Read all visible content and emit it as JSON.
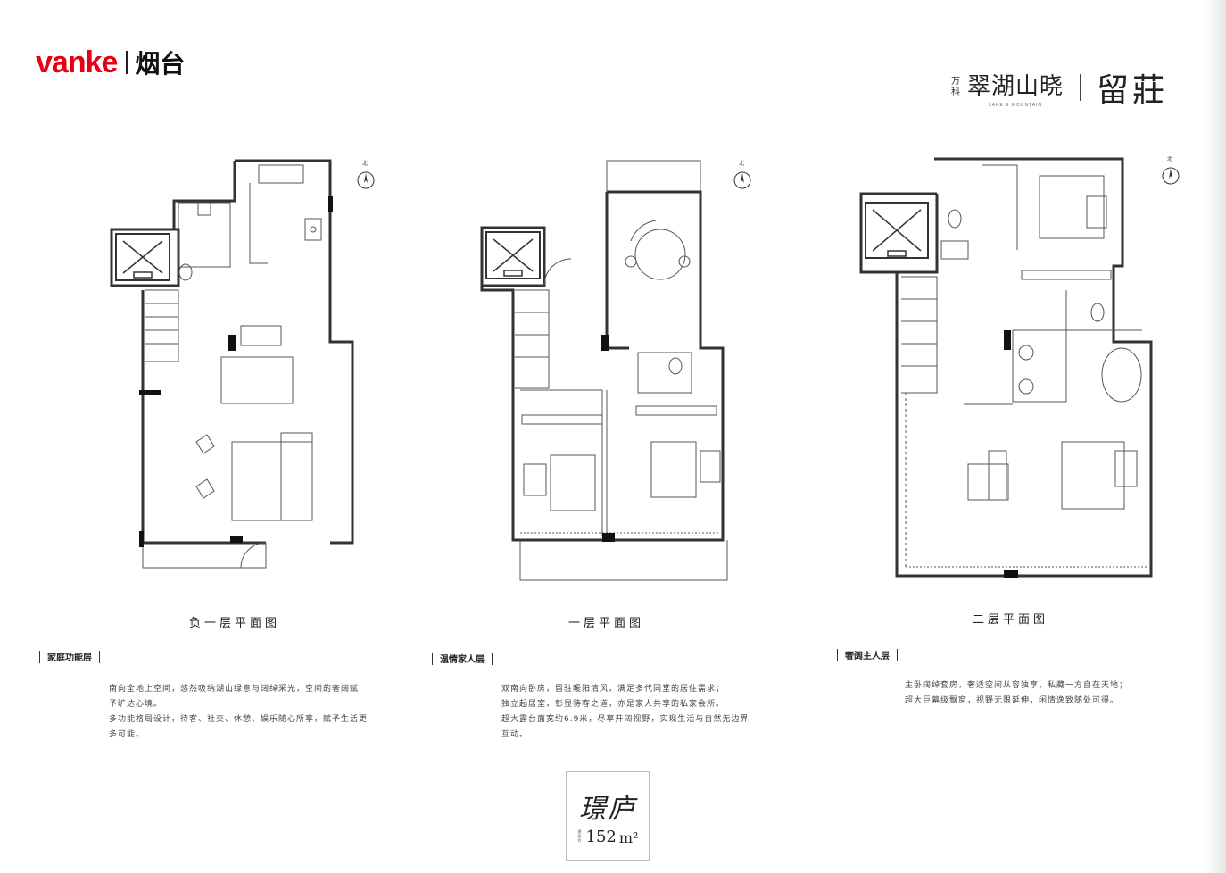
{
  "header": {
    "brand_logo": "vanke",
    "brand_city": "烟台",
    "project_vanke": "万科",
    "project_name": "翠湖山晓",
    "project_name_en": "LAKE & MOUNTAIN",
    "project_sub": "留莊"
  },
  "plans": [
    {
      "title": "负一层平面图",
      "north": "北"
    },
    {
      "title": "一层平面图",
      "north": "北"
    },
    {
      "title": "二层平面图",
      "north": "北"
    }
  ],
  "sections": [
    {
      "tag": "家庭功能层",
      "text": "南向全地上空间，悠然吸纳湖山绿意与阔绰采光，空间的奢阔赋\n予旷达心境。\n多功能格局设计，待客、社交、休憩、娱乐随心所享，赋予生活更\n多可能。"
    },
    {
      "tag": "温情家人层",
      "text": "双南向卧房，留驻暖阳清风，满足多代同堂的居住需求；\n独立起居室，彰显待客之道，亦是家人共享的私家会所。\n超大露台面宽约6.9米，尽享开阔视野，实现生活与自然无边界\n互动。"
    },
    {
      "tag": "奢阔主人层",
      "text": "主卧阔绰套房，奢适空间从容独享，私藏一方自在天地；\n超大巨幕级飘窗，视野无限延伸，闲情逸致随处可得。"
    }
  ],
  "unit": {
    "name": "璟庐",
    "area_label": "建面约",
    "area": "152",
    "area_unit": "m²"
  },
  "colors": {
    "brand_red": "#e60012",
    "wall": "#333333",
    "furniture": "#b8b8b8"
  },
  "icons": [
    "compass-icon",
    "elevator-icon",
    "bed-icon",
    "sofa-icon",
    "toilet-icon",
    "bathtub-icon"
  ]
}
